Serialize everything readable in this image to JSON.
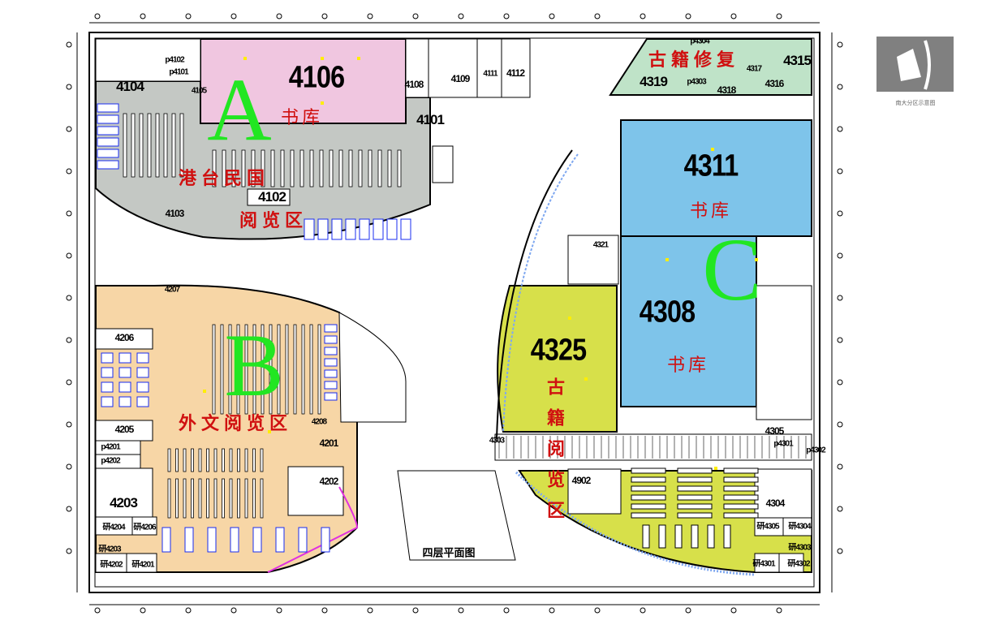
{
  "title": "四层平面图",
  "thumbnail_caption": "南大分区示意图",
  "zones": {
    "A": {
      "letter": "A",
      "name": "港台民国阅览区",
      "name_line1": "港台民国",
      "name_line2": "阅览区",
      "stack": "书库"
    },
    "B": {
      "letter": "B",
      "name": "外文阅览区"
    },
    "C": {
      "letter": "C",
      "stack1": "书库",
      "stack2": "书库"
    },
    "restoration": "古籍修复",
    "ancient_reading": "古籍阅览区"
  },
  "rooms": {
    "r4106": "4106",
    "r4104": "4104",
    "r4105": "4105",
    "r4108": "4108",
    "r4109": "4109",
    "r4111": "4111",
    "r4112": "4112",
    "r4101": "4101",
    "r4102": "4102",
    "r4103": "4103",
    "p4102": "p4102",
    "p4101": "p4101",
    "r4319": "4319",
    "r4318": "4318",
    "r4317": "4317",
    "r4316": "4316",
    "r4315": "4315",
    "p4304": "p4304",
    "p4303": "p4303",
    "r4311": "4311",
    "r4308": "4308",
    "r4321": "4321",
    "r4325": "4325",
    "r4305": "4305",
    "r4303": "4303",
    "p4301": "p4301",
    "p4302": "p4302",
    "r4304": "4304",
    "r4902": "4902",
    "y4305": "研4305",
    "y4304": "研4304",
    "y4301": "研4301",
    "y4302": "研4302",
    "y4303": "研4303",
    "r4206": "4206",
    "r4205": "4205",
    "r4207": "4207",
    "r4208": "4208",
    "r4201": "4201",
    "r4202": "4202",
    "r4203": "4203",
    "p4201": "p4201",
    "p4202": "p4202",
    "y4204": "研4204",
    "y4206": "研4206",
    "y4203": "研4203",
    "y4202": "研4202",
    "y4201": "研4201"
  },
  "colors": {
    "stack_pink": "#f0c6e0",
    "reading_gray": "#c4c8c4",
    "foreign_orange": "#f7d6a6",
    "restoration_green": "#bfe3c8",
    "stack_blue": "#7ec4ea",
    "ancient_yellow": "#d7e04a",
    "zone_letter": "#22e622",
    "zone_label": "#d01010",
    "shelf_blue": "#1a2cf0"
  }
}
